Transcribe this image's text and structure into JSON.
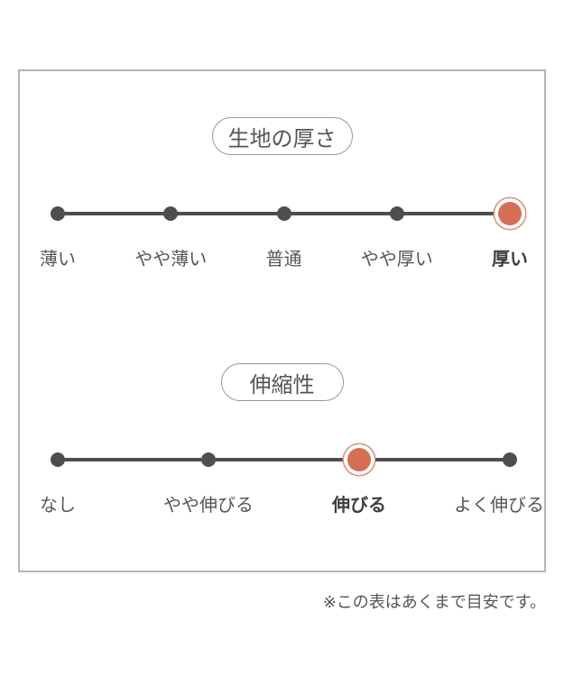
{
  "page": {
    "note": "※この表はあくまで目安です。"
  },
  "colors": {
    "accent": "#d56e55",
    "accent_ring": "#d98e7a",
    "line": "#4e4e4e",
    "label_text": "#555555",
    "frame_border": "#b5b5b5",
    "pill_border": "#999999"
  },
  "chart_data": [
    {
      "type": "line",
      "subtype": "rating-scale",
      "title": "生地の厚さ",
      "categories": [
        "薄い",
        "やや薄い",
        "普通",
        "やや厚い",
        "厚い"
      ],
      "selected_index": 4,
      "selected_label": "厚い",
      "num_levels": 5
    },
    {
      "type": "line",
      "subtype": "rating-scale",
      "title": "伸縮性",
      "categories": [
        "なし",
        "やや伸びる",
        "伸びる",
        "よく伸びる"
      ],
      "selected_index": 2,
      "selected_label": "伸びる",
      "num_levels": 4
    }
  ]
}
